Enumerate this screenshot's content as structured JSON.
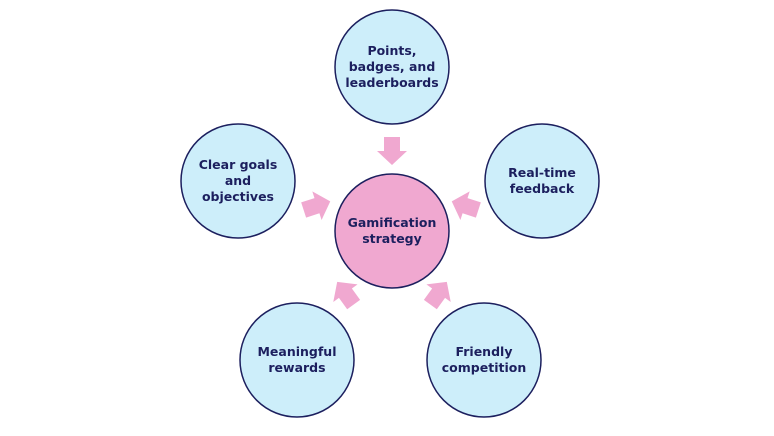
{
  "center": {
    "label": "Gamification\nstrategy",
    "fill": "#f0a8d0"
  },
  "nodes": [
    {
      "id": "points",
      "label": "Points,\nbadges, and\nleaderboards"
    },
    {
      "id": "realtime",
      "label": "Real-time\nfeedback"
    },
    {
      "id": "competition",
      "label": "Friendly\ncompetition"
    },
    {
      "id": "rewards",
      "label": "Meaningful\nrewards"
    },
    {
      "id": "goals",
      "label": "Clear goals\nand\nobjectives"
    }
  ],
  "colors": {
    "node_fill": "#cdeefa",
    "center_fill": "#f0a8d0",
    "stroke": "#1c1f5e",
    "arrow": "#f0a8d0",
    "text": "#1c1f5e"
  }
}
